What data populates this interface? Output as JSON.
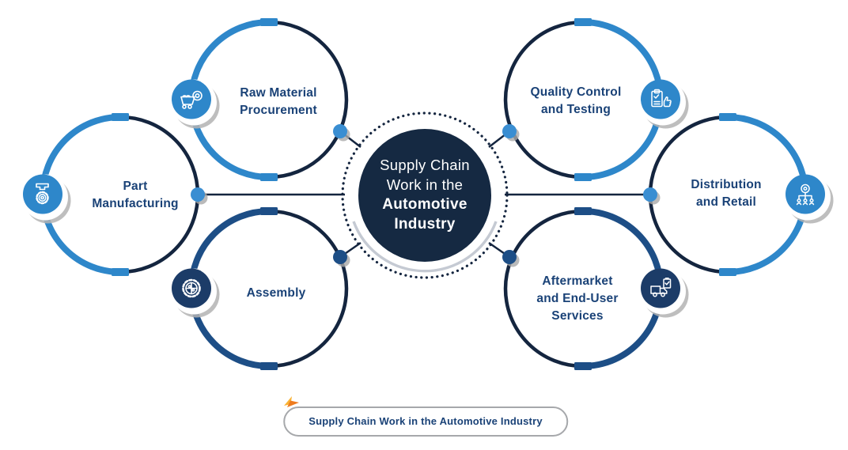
{
  "center": {
    "title_regular": "Supply Chain\nWork in the",
    "title_bold": "Automotive\nIndustry"
  },
  "nodes": [
    {
      "id": "raw-material-procurement",
      "label": "Raw Material\nProcurement",
      "icon": "mine-cart-icon"
    },
    {
      "id": "part-manufacturing",
      "label": "Part\nManufacturing",
      "icon": "press-gear-icon"
    },
    {
      "id": "assembly",
      "label": "Assembly",
      "icon": "gear-puzzle-icon"
    },
    {
      "id": "quality-control-and-testing",
      "label": "Quality Control\nand Testing",
      "icon": "clipboard-thumbsup-icon"
    },
    {
      "id": "distribution-and-retail",
      "label": "Distribution\nand Retail",
      "icon": "network-nodes-icon"
    },
    {
      "id": "aftermarket-and-end-user-services",
      "label": "Aftermarket\nand End-User\nServices",
      "icon": "truck-check-icon"
    }
  ],
  "caption": "Supply Chain Work in the Automotive Industry",
  "colors": {
    "light_blue": "#2e87ca",
    "medium_blue": "#1d4e86",
    "dark_navy": "#14253f",
    "badge_navy": "#1c3c68",
    "center_fill": "#152942",
    "text_navy": "#1a4277",
    "dot_light_blue": "#3a8ed2",
    "dot_medium_blue": "#1d4e86",
    "silver": "#c5cad3",
    "shadow_gray": "#b3b3b3",
    "caption_border": "#a6a8ab",
    "bird_orange": "#ee7b1e",
    "bird_yellow": "#f9b233"
  }
}
